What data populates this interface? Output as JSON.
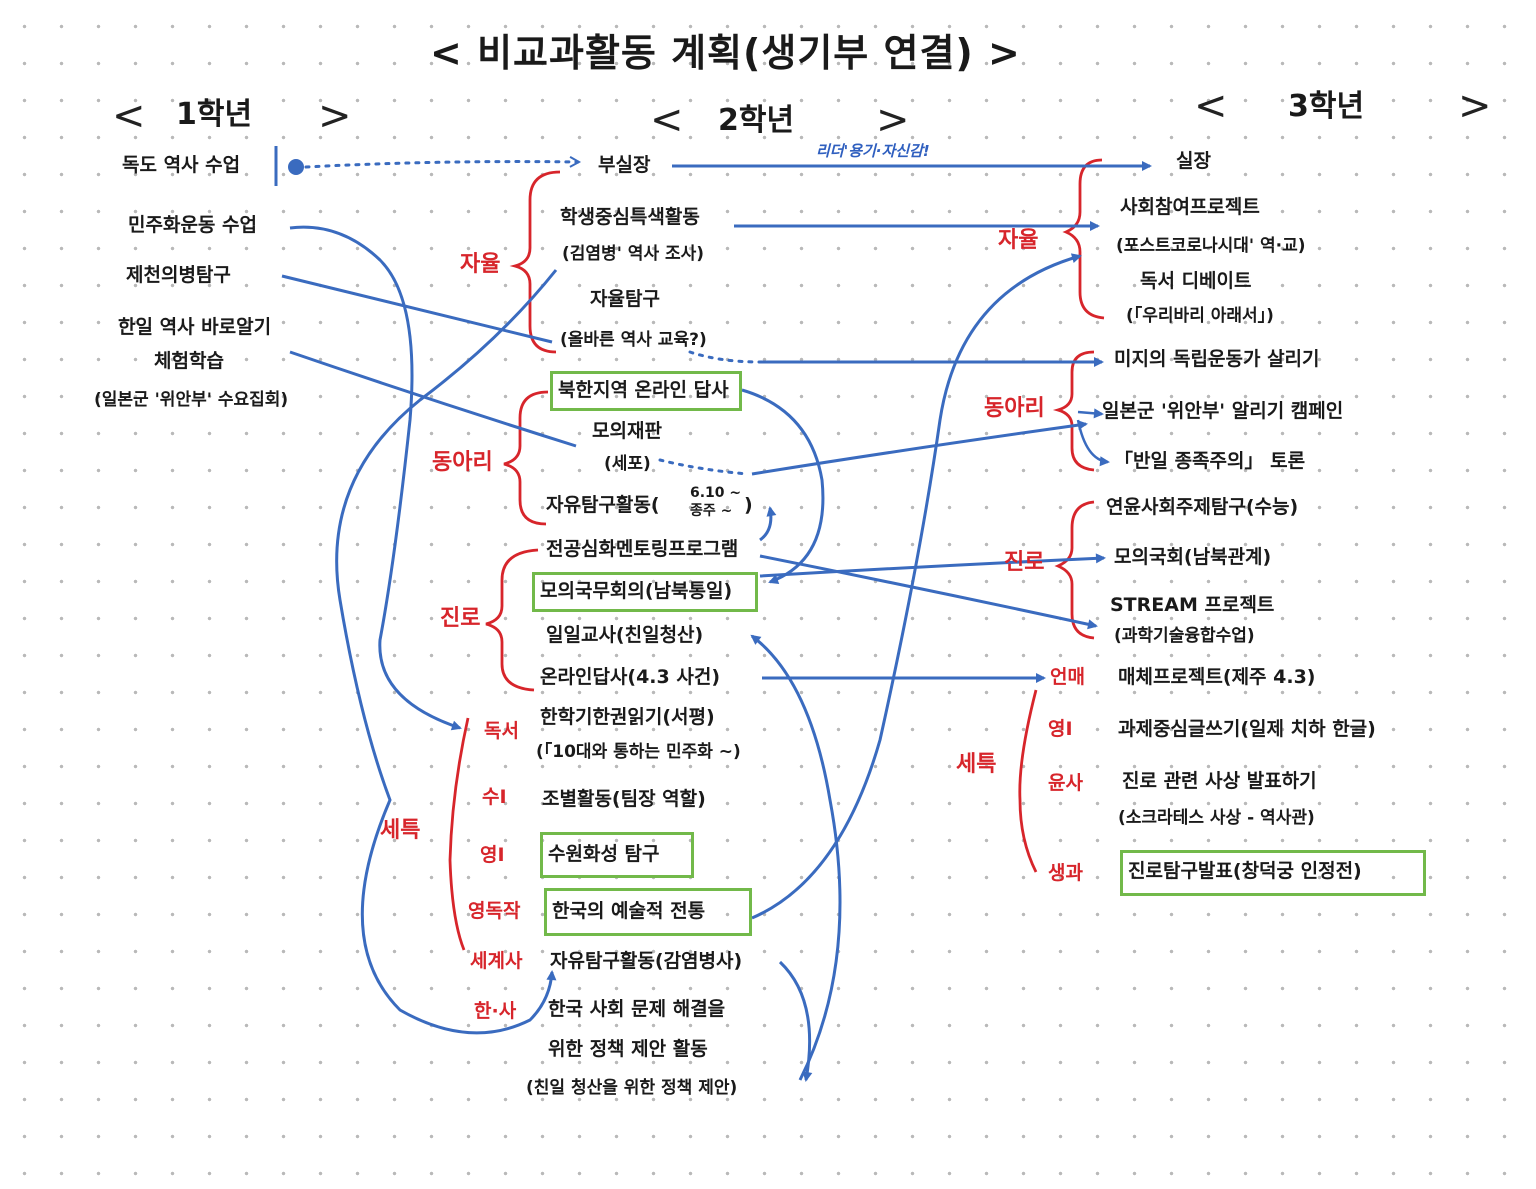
{
  "title": "< 비교과활동 계획(생기부 연결) >",
  "grades": {
    "g1": "1학년",
    "g2": "2학년",
    "g3": "3학년"
  },
  "grade1_items": [
    "독도 역사 수업",
    "민주화운동 수업",
    "제천의병탐구",
    "한일 역사 바로알기",
    "체험학습",
    "(일본군 '위안부' 수요집회)"
  ],
  "grade2": {
    "categories": {
      "jayul": "자율",
      "dongari": "동아리",
      "jinro": "진로",
      "setuk": "세특"
    },
    "subjects": [
      "독서",
      "수I",
      "영I",
      "영독작",
      "세계사",
      "한·사"
    ],
    "items": {
      "busiljang": "부실장",
      "hakseng": "학생중심특색활동",
      "hakseng_sub": "(김염병' 역사 조사)",
      "jayul_tamgu": "자율탐구",
      "jayul_tamgu_sub": "(올바른 역사 교육?)",
      "bukhan": "북한지역 온라인 답사",
      "moui": "모의재판",
      "moui_sub": "(세포)",
      "jayu_tamgu": "자유탐구활동(",
      "jayu_tamgu_note1": "6.10 ~",
      "jayu_tamgu_note2": "종주 ~",
      "jayu_tamgu_end": ")",
      "jeongong": "전공심화멘토링프로그램",
      "mouigukhoe": "모의국무회의(남북통일)",
      "ililgyosa": "일일교사(친일청산)",
      "online": "온라인답사(4.3 사건)",
      "hanhakgi": "한학기한권읽기(서평)",
      "hanhakgi_sub": "(「10대와 통하는 민주화 ~)",
      "jobyeol": "조별활동(팀장 역할)",
      "suwon": "수원화성 탐구",
      "hanguk_art": "한국의 예술적 전통",
      "jayu_gamyeom": "자유탐구활동(감염병사)",
      "policy1": "한국 사회 문제 해결을",
      "policy2": "위한 정책 제안 활동",
      "policy3": "(친일 청산을 위한 정책 제안)"
    },
    "leader_note": "리더'용기·자신감!"
  },
  "grade3": {
    "categories": {
      "jayul": "자율",
      "dongari": "동아리",
      "jinro": "진로",
      "setuk": "세특"
    },
    "subjects": [
      "언매",
      "영I",
      "윤사",
      "생과"
    ],
    "items": {
      "siljang": "실장",
      "sahoe": "사회참여프로젝트",
      "sahoe_sub": "(포스트코로나시대' 역·교)",
      "dokseo_debate": "독서 디베이트",
      "dokseo_debate_sub": "(「우리바리 아래서」)",
      "miji": "미지의 독립운동가 살리기",
      "campaign": "일본군 '위안부' 알리기 캠페인",
      "debate": "「반일 종족주의」 토론",
      "yeonyun": "연윤사회주제탐구(수능)",
      "mouigukhoe3": "모의국회(남북관계)",
      "stream": "STREAM 프로젝트",
      "stream_sub": "(과학기술융합수업)",
      "eonmae": "매체프로젝트(제주 4.3)",
      "gwaje": "과제중심글쓰기(일제 치하 한글)",
      "jinro_sasang": "진로 관련 사상 발표하기",
      "jinro_sasang_sub": "(소크라테스 사상 - 역사관)",
      "jinro_tamgu": "진로탐구발표(창덕궁 인정전)"
    }
  },
  "colors": {
    "arrow": "#3a6bbf",
    "category": "#d7252b",
    "highlight_box": "#72b94a",
    "dots": "#b9b9b9"
  }
}
